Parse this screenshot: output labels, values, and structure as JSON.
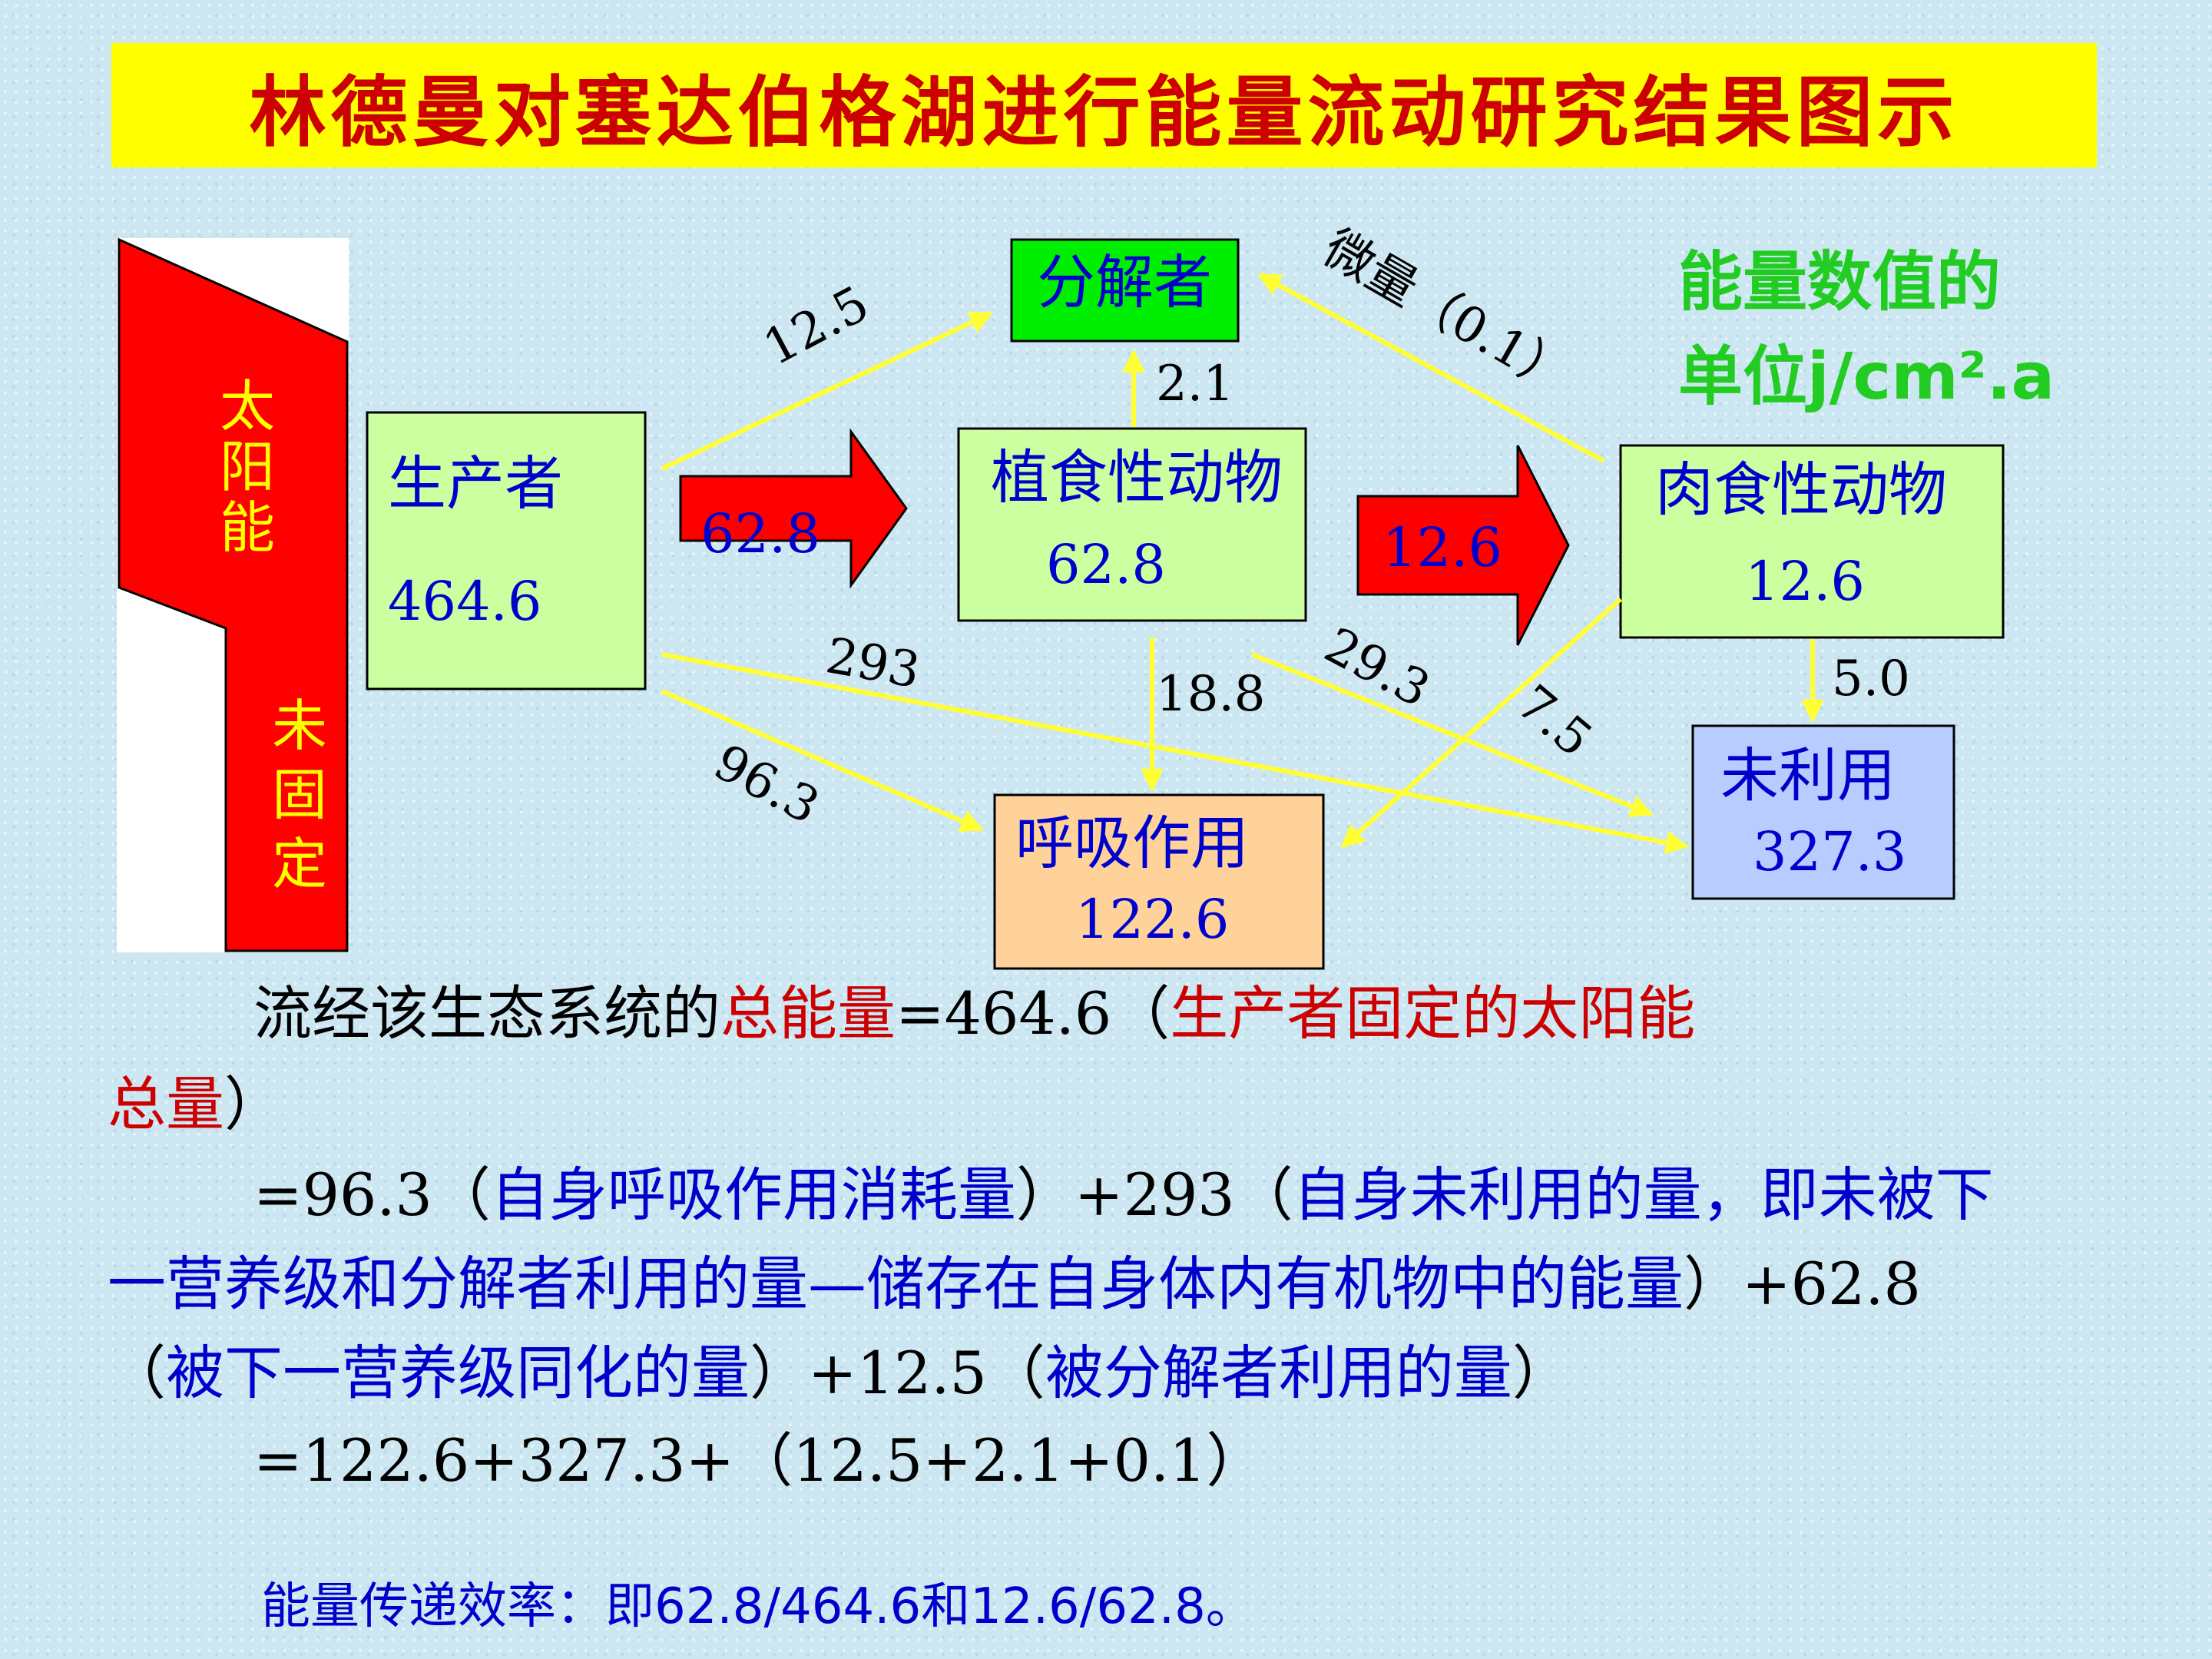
{
  "title": "林德曼对塞达伯格湖进行能量流动研究结果图示",
  "unit": {
    "line1": "能量数值的",
    "line2": "单位j/cm².a"
  },
  "sun": {
    "top": "太阳能",
    "bottom": "未固定"
  },
  "boxes": {
    "producer": {
      "label": "生产者",
      "value": "464.6"
    },
    "decomposer": {
      "label": "分解者"
    },
    "herbivore": {
      "label": "植食性动物",
      "value": "62.8"
    },
    "carnivore": {
      "label": "肉食性动物",
      "value": "12.6"
    },
    "respiration": {
      "label": "呼吸作用",
      "value": "122.6"
    },
    "unused": {
      "label": "未利用",
      "value": "327.3"
    }
  },
  "flows": {
    "producer_to_decomposer": "12.5",
    "producer_to_herbivore": "62.8",
    "producer_to_unused": "293",
    "producer_to_respiration": "96.3",
    "herbivore_to_decomposer": "2.1",
    "herbivore_to_carnivore": "12.6",
    "herbivore_to_respiration": "18.8",
    "herbivore_to_unused": "29.3",
    "carnivore_to_decomposer": "微量（0.1）",
    "carnivore_to_respiration": "7.5",
    "carnivore_to_unused": "5.0"
  },
  "colors": {
    "title_bg": "#ffff00",
    "title_text": "#cc0000",
    "producer_box": "#ccffa0",
    "decomposer_box": "#00ee00",
    "respiration_box": "#ffd29a",
    "unused_box": "#b8ccff",
    "flow_arrow": "#ffff33",
    "main_arrow": "#ff0000"
  },
  "text": {
    "p1_a": "流经该生态系统的",
    "p1_b": "总能量",
    "p1_c": "=464.6（",
    "p1_d": "生产者固定的太阳能",
    "p1_e": "总量",
    "p1_f": "）",
    "p2_a": "=96.3（",
    "p2_b": "自身呼吸作用消耗量",
    "p2_c": "）+293（",
    "p2_d": "自身未利用的量，即未被下",
    "p2_e": "一营养级和分解者利用的量—储存在自身体内有机物中的能量",
    "p2_f": "）+62.8",
    "p2_g": "（",
    "p2_h": "被下一营养级同化的量",
    "p2_i": "）+12.5（",
    "p2_j": "被分解者利用的量",
    "p2_k": "）",
    "p3": "=122.6+327.3+（12.5+2.1+0.1）",
    "efficiency": "能量传递效率：即62.8/464.6和12.6/62.8。"
  }
}
